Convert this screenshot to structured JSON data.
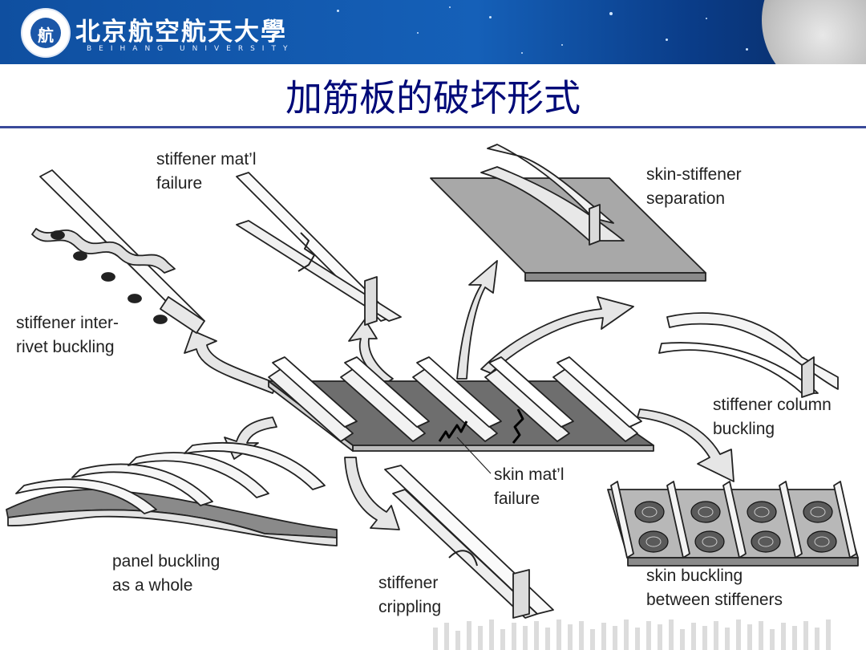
{
  "header": {
    "university_cn": "北京航空航天大學",
    "university_en": "BEIHANG UNIVERSITY",
    "logo_text": "航"
  },
  "slide": {
    "title": "加筋板的破坏形式"
  },
  "labels": {
    "stiffener_material": [
      "stiffener mat’l",
      "failure"
    ],
    "skin_stiffener_separation": [
      "skin-stiffener",
      "separation"
    ],
    "stiffener_interrivet": [
      "stiffener inter-",
      "rivet buckling"
    ],
    "stiffener_column": [
      "stiffener column",
      "buckling"
    ],
    "skin_material": [
      "skin mat’l",
      "failure"
    ],
    "panel_buckling": [
      "panel buckling",
      "as a whole"
    ],
    "stiffener_crippling": [
      "stiffener",
      "crippling"
    ],
    "skin_buckling": [
      "skin buckling",
      "between stiffeners"
    ]
  },
  "colors": {
    "banner": "#1560b8",
    "title": "#000a78",
    "rule": "#3a4a9a",
    "skin_dark": "#6e6e6e",
    "skin_gray": "#a8a8a8",
    "arrow_fill": "#e6e6e6"
  }
}
